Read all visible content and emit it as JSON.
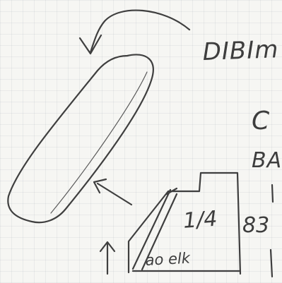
{
  "note": {
    "texts": {
      "code": "DIBIm",
      "c": "C",
      "ba": "BA",
      "fraction": "1/4",
      "side": "83",
      "bottom": "ao elk"
    },
    "colors": {
      "ink": "#3f3f3f",
      "paper": "#f6f6f3",
      "grid": "#8c96aa"
    }
  }
}
